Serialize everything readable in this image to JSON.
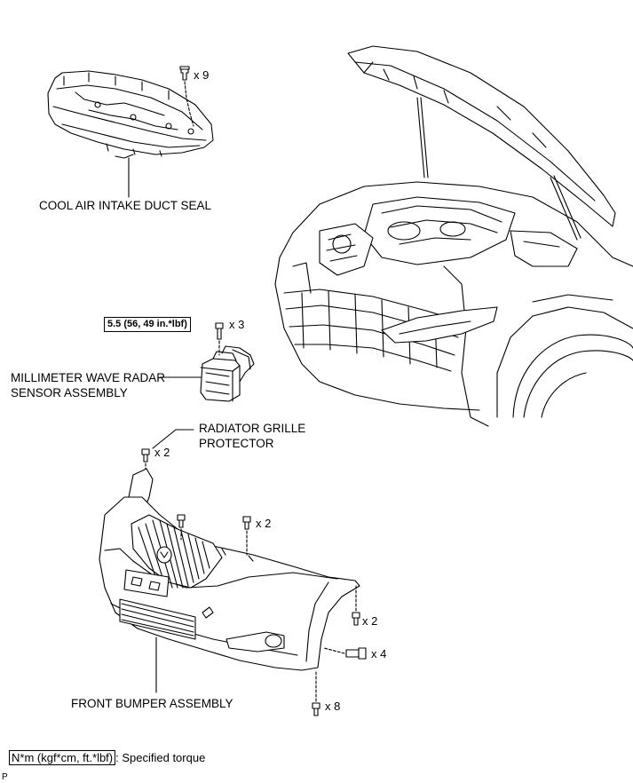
{
  "labels": {
    "cool_air_intake_duct_seal": "COOL AIR INTAKE DUCT SEAL",
    "millimeter_wave_radar_line1": "MILLIMETER WAVE RADAR",
    "millimeter_wave_radar_line2": "SENSOR ASSEMBLY",
    "radiator_grille_protector_line1": "RADIATOR GRILLE",
    "radiator_grille_protector_line2": "PROTECTOR",
    "front_bumper_assembly": "FRONT BUMPER ASSEMBLY"
  },
  "fasteners": {
    "duct_seal_clips": "x 9",
    "radar_bolts": "x 3",
    "grille_protector_clips": "x 2",
    "bumper_top_clips": "x 2",
    "bumper_side_clips": "x 2",
    "bumper_side_screws": "x 4",
    "bumper_bottom_clips": "x 8"
  },
  "torque": {
    "radar_bolt_spec": "5.5 (56, 49 in.*lbf)"
  },
  "legend": {
    "unit_box": "N*m (kgf*cm, ft.*lbf)",
    "description": ": Specified torque"
  },
  "corner_mark": "P"
}
